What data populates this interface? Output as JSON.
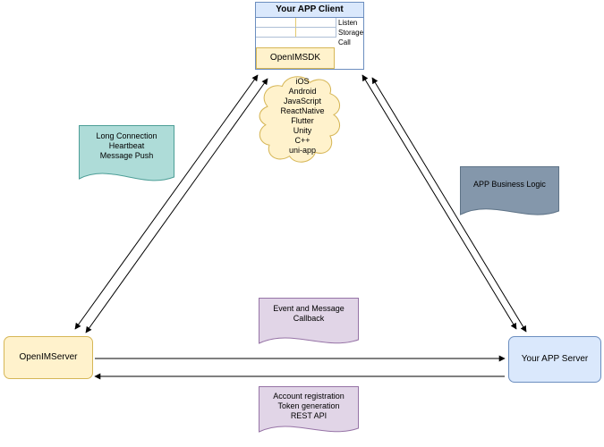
{
  "diagram": {
    "client": {
      "title": "Your APP Client",
      "rows": [
        "Listen",
        "Storage",
        "Call"
      ],
      "sdk_label": "OpenIMSDK"
    },
    "cloud": {
      "platforms": [
        "iOS",
        "Android",
        "JavaScript",
        "ReactNative",
        "Flutter",
        "Unity",
        "C++",
        "uni-app"
      ]
    },
    "notes": {
      "long_connection": {
        "lines": [
          "Long Connection",
          "Heartbeat",
          "Message Push"
        ]
      },
      "business_logic": {
        "lines": [
          "APP Business Logic"
        ]
      },
      "event_callback": {
        "lines": [
          "Event and Message",
          "Callback"
        ]
      },
      "rest_api": {
        "lines": [
          "Account registration",
          "Token generation",
          "REST API"
        ]
      }
    },
    "servers": {
      "openim": "OpenIMServer",
      "app": "Your APP Server"
    },
    "colors": {
      "yellow_fill": "#fff2cc",
      "yellow_stroke": "#d6b656",
      "blue_fill": "#dae8fc",
      "blue_stroke": "#6c8ebf",
      "teal_fill": "#aedcd8",
      "teal_stroke": "#4d9e97",
      "slate_fill": "#8497ab",
      "slate_stroke": "#5e7387",
      "purple_fill": "#e1d5e7",
      "purple_stroke": "#9673a6",
      "arrow": "#000000"
    }
  }
}
